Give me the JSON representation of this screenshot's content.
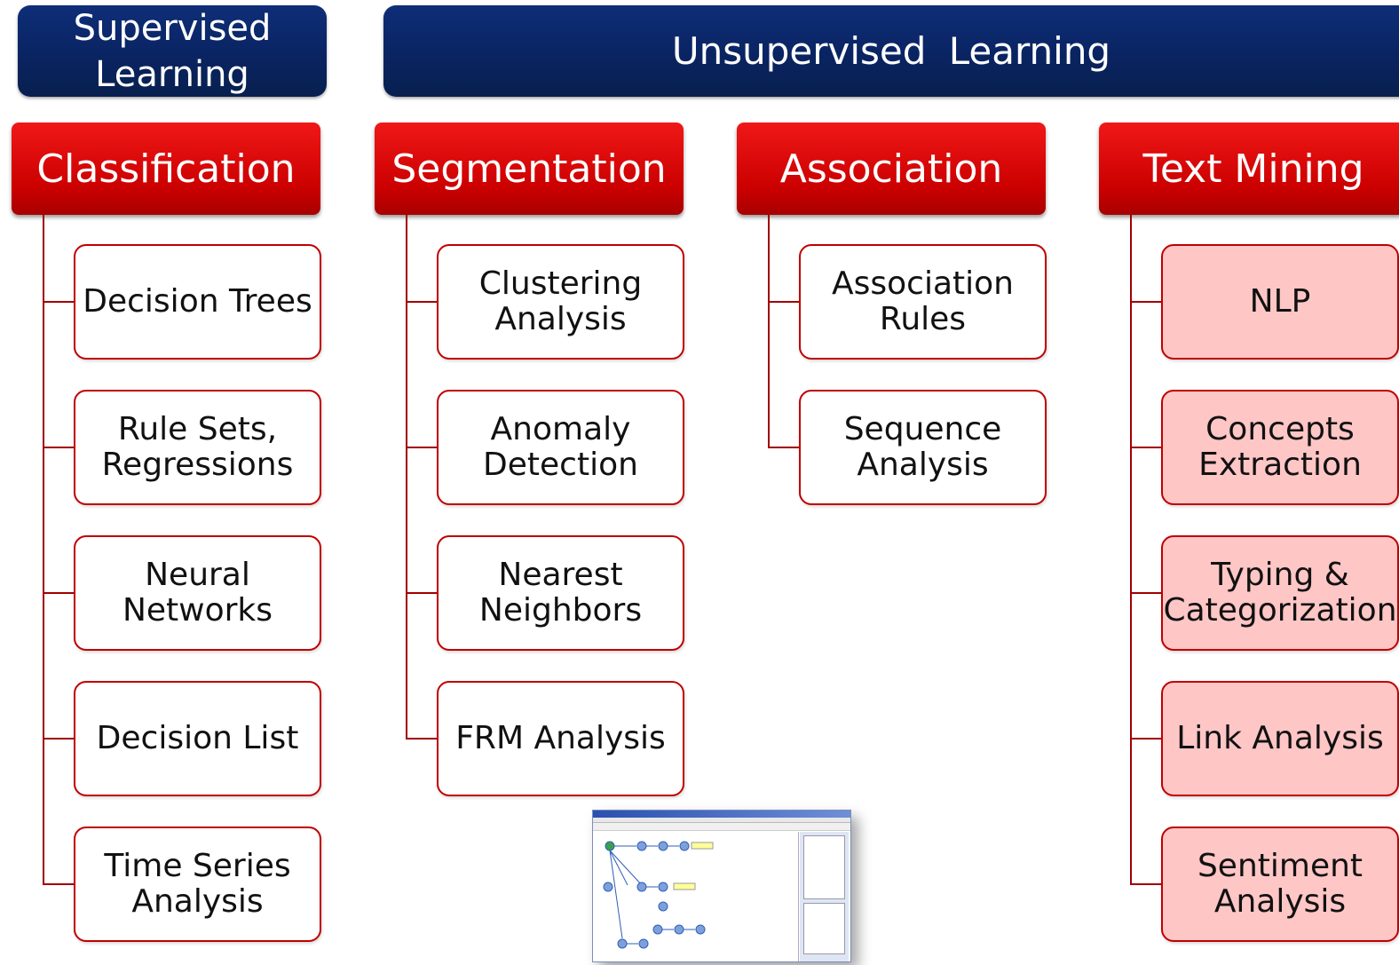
{
  "banners": {
    "supervised": "Supervised\nLearning",
    "unsupervised": "Unsupervised Learning"
  },
  "columns": [
    {
      "title": "Classification",
      "items": [
        "Decision Trees",
        "Rule Sets,\nRegressions",
        "Neural\nNetworks",
        "Decision List",
        "Time Series\nAnalysis"
      ]
    },
    {
      "title": "Segmentation",
      "items": [
        "Clustering\nAnalysis",
        "Anomaly\nDetection",
        "Nearest\nNeighbors",
        "FRM Analysis"
      ]
    },
    {
      "title": "Association",
      "items": [
        "Association\nRules",
        "Sequence\nAnalysis"
      ]
    },
    {
      "title": "Text Mining",
      "items": [
        "NLP",
        "Concepts\nExtraction",
        "Typing &\nCategorization",
        "Link Analysis",
        "Sentiment\nAnalysis"
      ]
    }
  ],
  "colors": {
    "banner": "#0a2462",
    "header": "#cc0000",
    "item_border": "#c00000",
    "text_mining_fill": "#ffc6c6"
  }
}
